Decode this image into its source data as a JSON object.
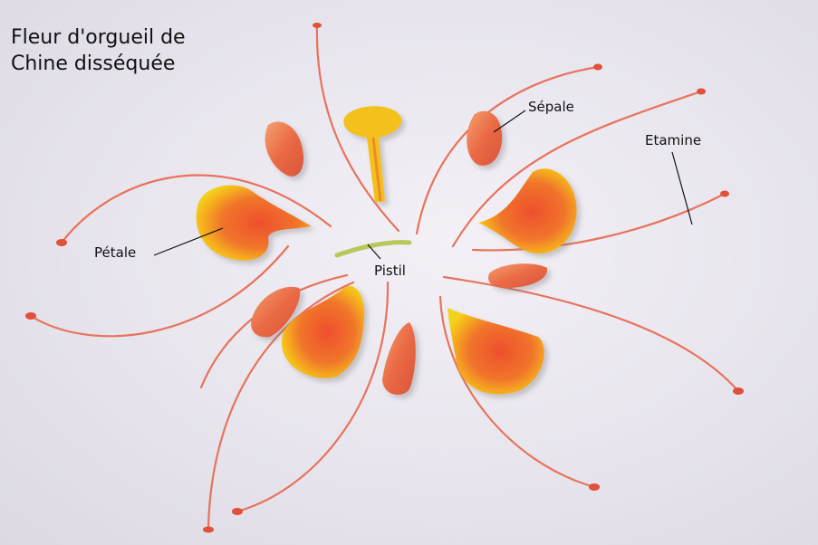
{
  "title": {
    "line1": "Fleur d'orgueil de",
    "line2": "Chine disséquée"
  },
  "labels": {
    "sepale": "Sépale",
    "etamine": "Etamine",
    "petale": "Pétale",
    "pistil": "Pistil"
  },
  "colors": {
    "background": "#ecebf1",
    "filament": "#e8735c",
    "anther": "#e0503a",
    "petal_yellow": "#f5c518",
    "petal_orange": "#ee5a2e"
  }
}
